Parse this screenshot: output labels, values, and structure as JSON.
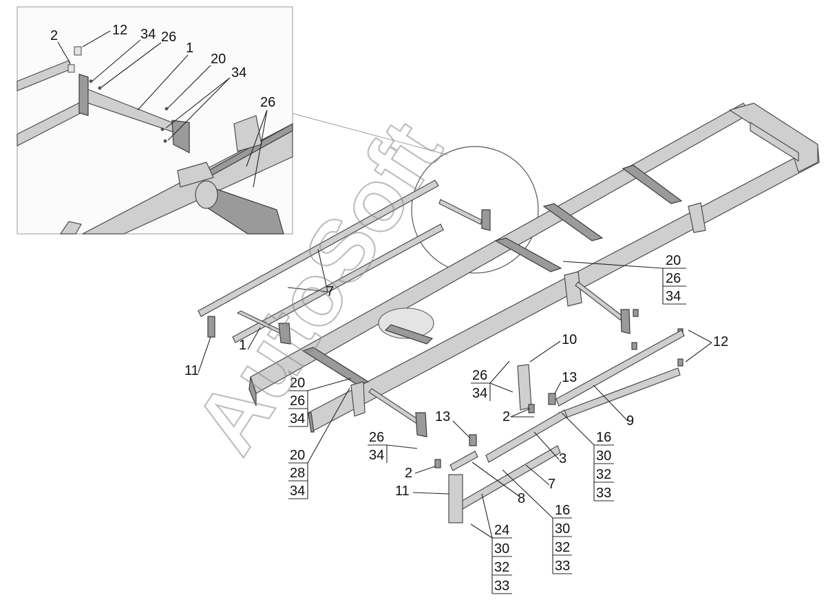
{
  "watermark": "AutoSoft",
  "callouts": {
    "inset_2": "2",
    "inset_12": "12",
    "inset_34a": "34",
    "inset_26": "26",
    "inset_1": "1",
    "inset_20": "20",
    "inset_34b": "34",
    "inset_26b": "26",
    "rails_7": "7",
    "arm_1": "1",
    "plate_11_left": "11",
    "right_group": [
      "20",
      "26",
      "34"
    ],
    "mid_group": [
      "20",
      "26",
      "34"
    ],
    "lower_group": [
      "20",
      "28",
      "34"
    ],
    "bracket_10": "10",
    "g26_34_a": [
      "26",
      "34"
    ],
    "plate_2_mid": "2",
    "plate_13_right": "13",
    "rail_12": "12",
    "rail_9": "9",
    "box_16_right": [
      "16",
      "30",
      "32",
      "33"
    ],
    "plate_13_left": "13",
    "g26_34_b": [
      "26",
      "34"
    ],
    "plate_2_low": "2",
    "plate_11_low": "11",
    "rail_8": "8",
    "rail_3": "3",
    "rail_7_low": "7",
    "box_16_low": [
      "16",
      "30",
      "32",
      "33"
    ],
    "box_24": [
      "24",
      "30",
      "32",
      "33"
    ]
  }
}
